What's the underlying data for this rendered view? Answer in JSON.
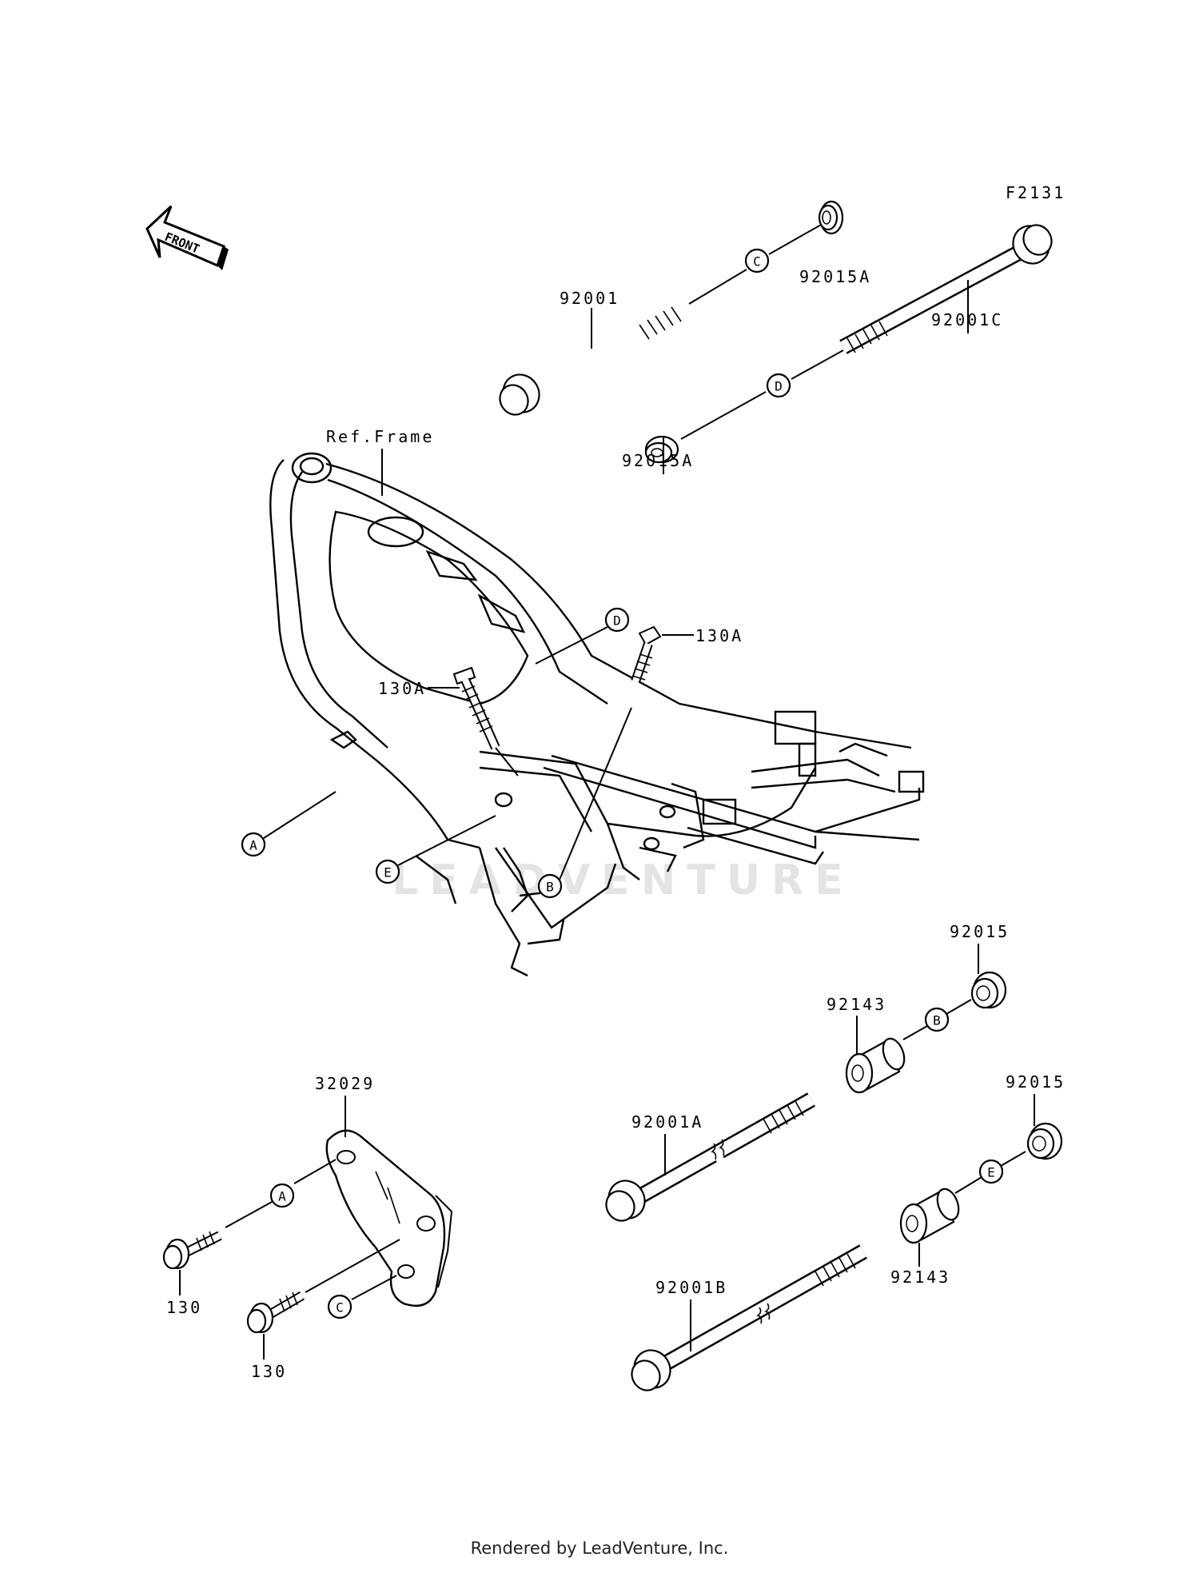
{
  "diagram_code": "F2131",
  "front_label": "FRONT",
  "ref_label": "Ref.Frame",
  "watermark": "LEADVENTURE",
  "footer": "Rendered by LeadVenture, Inc.",
  "parts": {
    "p92001": "92001",
    "p92015a_top": "92015A",
    "p92001c": "92001C",
    "p92015a_mid": "92015A",
    "p130a_left": "130A",
    "p130a_right": "130A",
    "p92015_top": "92015",
    "p92143_top": "92143",
    "p92001a": "92001A",
    "p92015_bottom": "92015",
    "p92143_bottom": "92143",
    "p92001b": "92001B",
    "p32029": "32029",
    "p130_top": "130",
    "p130_bottom": "130"
  },
  "callouts": {
    "c_top": "C",
    "d_top": "D",
    "d_frame": "D",
    "a_frame": "A",
    "e_frame": "E",
    "b_frame": "B",
    "b_right": "B",
    "e_right": "E",
    "a_bracket": "A",
    "c_bracket": "C"
  }
}
